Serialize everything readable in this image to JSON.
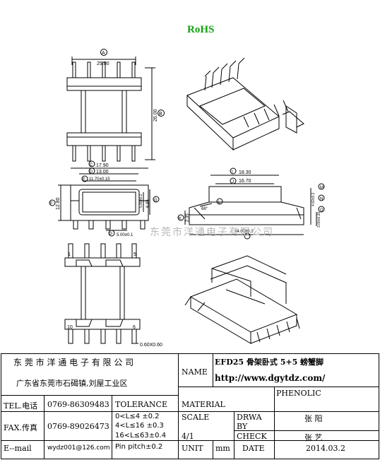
{
  "header": {
    "rohs": "RoHS"
  },
  "watermark": "东莞市洋通电子有限公司",
  "dims": {
    "a_letter": "A",
    "a_value": "25.00",
    "b_letter": "B",
    "b_value": "26.00",
    "c_letter": "C",
    "c_value": "17.90",
    "d_letter": "D",
    "d_value": "13.00",
    "e_letter": "E",
    "e_value": "11.70±0.15",
    "f_letter": "F",
    "f_value": "12.80",
    "g_letter": "G",
    "g_value1": "5.80±0.2",
    "g_value2": "6.85",
    "p_letter": "P",
    "p_value": "5.00±0.1",
    "i_letter": "I",
    "i_value": "18.30",
    "j_letter": "J",
    "j_value": "16.70",
    "l_letter": "L",
    "angle": "68°",
    "k_letter": "K",
    "k_value": "2.35",
    "m_letter": "M",
    "m_value": "4.60±0.2",
    "n_letter": "N",
    "o_letter": "O",
    "o_value": "3.00±0.20",
    "pitch_label": "24.00±0.3",
    "pin_size": "0.60X0.60",
    "pin_tl": "1",
    "pin_tr": "5",
    "pin_bl": "10",
    "pin_br": "6"
  },
  "title_block": {
    "company": "东 莞 市 洋 通 电 子 有 限 公 司",
    "address": "广东省东莞市石碣镇,刘屋工业区",
    "name_label": "NAME",
    "part_name": "EFD25  骨架卧式 5+5  螃蟹脚",
    "url": "http://www.dgytdz.com/",
    "phenolic": "PHENOLIC",
    "tel_label": "TEL.电话",
    "tel_value": "0769-86309483",
    "tolerance_label": "TOLERANCE",
    "material_label": "MATERIAL",
    "fax_label": "FAX.传真",
    "fax_value": "0769-89026473",
    "tol1": "0<L≤4   ±0.2",
    "tol2": "4<L≤16  ±0.3",
    "tol3": "16<L≤63±0.4",
    "tol4": "Pin pitch±0.2",
    "scale_label": "SCALE",
    "scale_value": "4/1",
    "drawn_label1": "DRWA",
    "drawn_label2": "BY",
    "drawn_value": "张 阳",
    "check_label": "CHECK",
    "check_value": "张 艺",
    "email_label": "E--mail",
    "email_value": "wydz001@126.com",
    "unit_label": "UNIT",
    "unit_value": "mm",
    "date_label": "DATE",
    "date_value": "2014.03.2"
  }
}
